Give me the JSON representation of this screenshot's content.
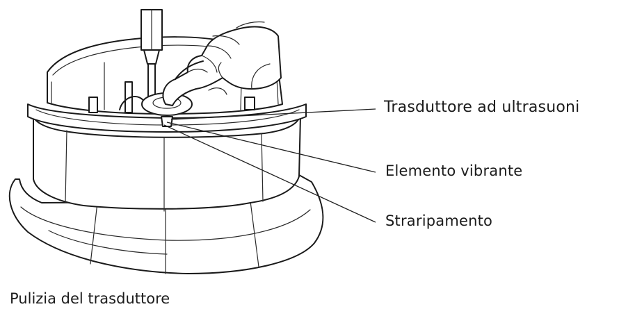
{
  "callouts": {
    "transducer": "Trasduttore ad ultrasuoni",
    "vibrating_element": "Elemento vibrante",
    "overflow": "Straripamento"
  },
  "caption": "Pulizia del trasduttore",
  "colors": {
    "line": "#1a1a1a",
    "background": "#ffffff"
  }
}
